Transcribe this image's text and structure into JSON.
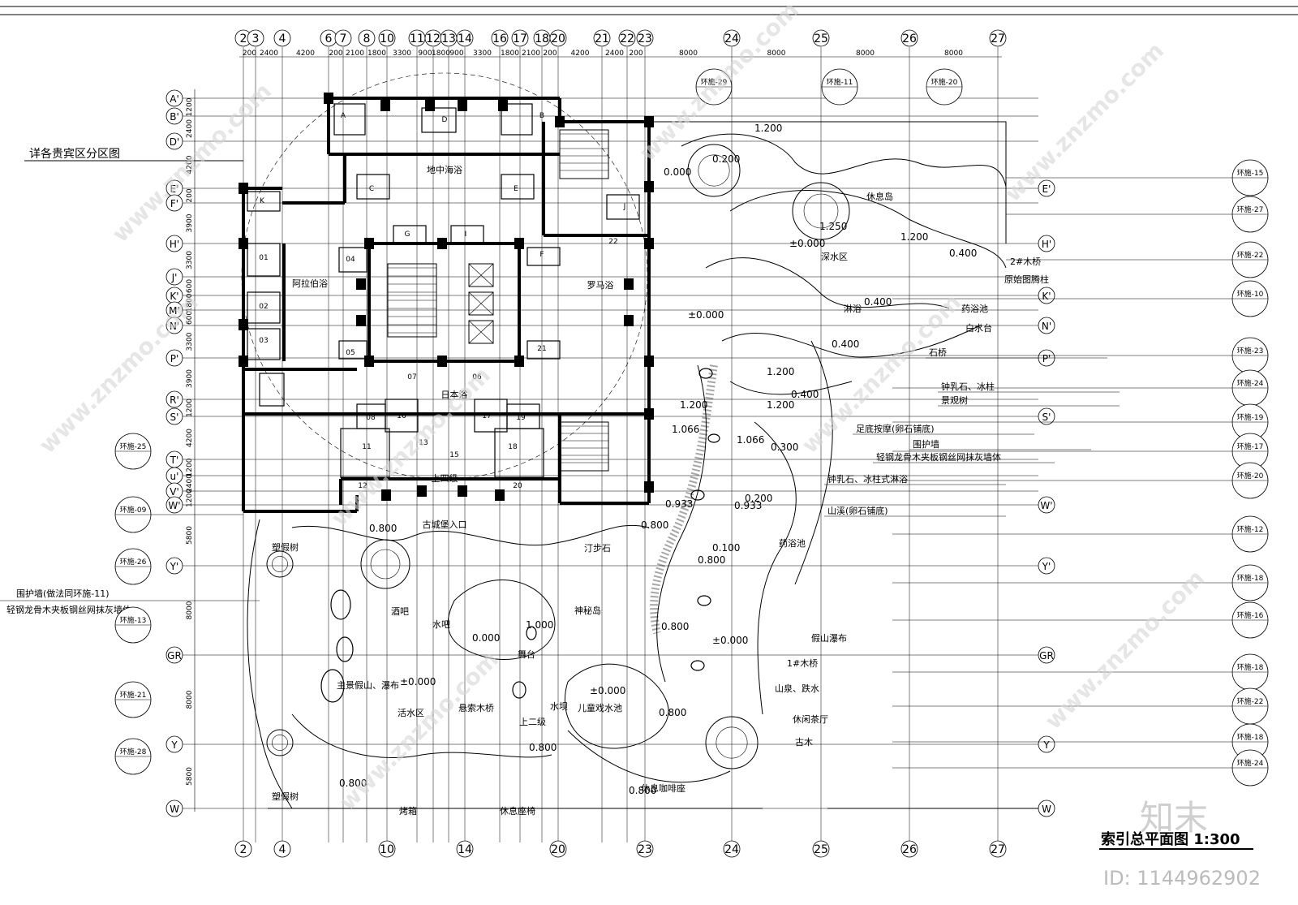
{
  "drawing": {
    "title": "索引总平面图 1:300",
    "subtitle": "详各贵宾区分区图",
    "id_text": "ID: 1144962902",
    "watermark": "www.znzmo.com",
    "logo_text": "知末"
  },
  "axes": {
    "columns_top": [
      "2",
      "3",
      "4",
      "6",
      "7",
      "8",
      "10",
      "11",
      "12",
      "13",
      "14",
      "16",
      "17",
      "18",
      "20",
      "21",
      "22",
      "23",
      "24",
      "25",
      "26",
      "27"
    ],
    "columns_bottom": [
      "2",
      "4",
      "10",
      "14",
      "20",
      "23",
      "24",
      "25",
      "26",
      "27"
    ],
    "dims_top": [
      "200",
      "2400",
      "4200",
      "200",
      "2100",
      "1800",
      "3300",
      "900",
      "1800",
      "900",
      "3300",
      "1800",
      "2100",
      "200",
      "4200",
      "2400",
      "200",
      "8000",
      "8000",
      "8000",
      "8000"
    ],
    "rows_left": [
      "A'",
      "B'",
      "D'",
      "E'",
      "F'",
      "H'",
      "J'",
      "K'",
      "M'",
      "N'",
      "P'",
      "R'",
      "S'",
      "T'",
      "u'",
      "V'",
      "W'",
      "Y'",
      "GR",
      "Y",
      "W"
    ],
    "rows_right": [
      "E'",
      "H'",
      "K'",
      "N'",
      "P'",
      "S'",
      "W'",
      "Y'",
      "GR",
      "Y",
      "W"
    ],
    "dims_left": [
      "1200",
      "2400",
      "4200",
      "200",
      "3900",
      "3300",
      "600",
      "1800",
      "600",
      "3300",
      "3900",
      "1200",
      "4200",
      "1200",
      "2400",
      "1200",
      "5800",
      "8000",
      "8000",
      "5800"
    ]
  },
  "index_tags_right": [
    "环施-15",
    "环施-27",
    "环施-22",
    "环施-10",
    "环施-23",
    "环施-24",
    "环施-19",
    "环施-17",
    "环施-20",
    "环施-12",
    "环施-18",
    "环施-16",
    "环施-18",
    "环施-22",
    "环施-18",
    "环施-24"
  ],
  "index_tags_left": [
    "环施-25",
    "环施-09",
    "环施-26",
    "环施-13",
    "环施-21",
    "环施-28"
  ],
  "index_tags_top": [
    "环施-29",
    "环施-11",
    "环施-20"
  ],
  "rooms": [
    "地中海浴",
    "阿拉伯浴",
    "罗马浴",
    "日本浴",
    "古城堡入口",
    "上四级"
  ],
  "room_numbers": [
    "A",
    "B",
    "C",
    "D",
    "E",
    "F",
    "G",
    "I",
    "J",
    "K",
    "01",
    "02",
    "03",
    "04",
    "05",
    "06",
    "07",
    "08",
    "11",
    "12",
    "13",
    "15",
    "16",
    "17",
    "18",
    "19",
    "20",
    "21",
    "22"
  ],
  "landscape_labels": [
    "休息岛",
    "深水区",
    "2#木桥",
    "原始图腾柱",
    "淋浴",
    "药浴池",
    "白水台",
    "石桥",
    "钟乳石、冰柱",
    "景观树",
    "足底按摩(卵石铺底)",
    "围护墙",
    "轻钢龙骨木夹板钢丝网抹灰墙体",
    "钟乳石、冰柱式淋浴",
    "山溪(卵石铺底)",
    "药浴池",
    "汀步石",
    "塑假树",
    "围护墙(做法同环施-11)",
    "轻钢龙骨木夹板钢丝网抹灰墙体",
    "酒吧",
    "水吧",
    "神秘岛",
    "舞台",
    "主景假山、瀑布",
    "活水区",
    "悬索木桥",
    "水坝",
    "儿童戏水池",
    "上二级",
    "假山瀑布",
    "1#木桥",
    "山泉、跌水",
    "休闲茶厅",
    "古木",
    "塑假树",
    "休息咖啡座",
    "烤箱",
    "休息座椅"
  ],
  "elevations": [
    "0.000",
    "0.200",
    "1.200",
    "1.250",
    "±0.000",
    "1.200",
    "0.400",
    "0.400",
    "0.400",
    "±0.000",
    "1.200",
    "0.400",
    "1.200",
    "1.200",
    "1.066",
    "1.066",
    "0.300",
    "0.933",
    "0.933",
    "0.200",
    "0.800",
    "0.800",
    "0.800",
    "0.100",
    "1.000",
    "0.000",
    "0.800",
    "±0.000",
    "±0.000",
    "±0.000",
    "0.800",
    "0.800",
    "0.800",
    "0.800"
  ]
}
